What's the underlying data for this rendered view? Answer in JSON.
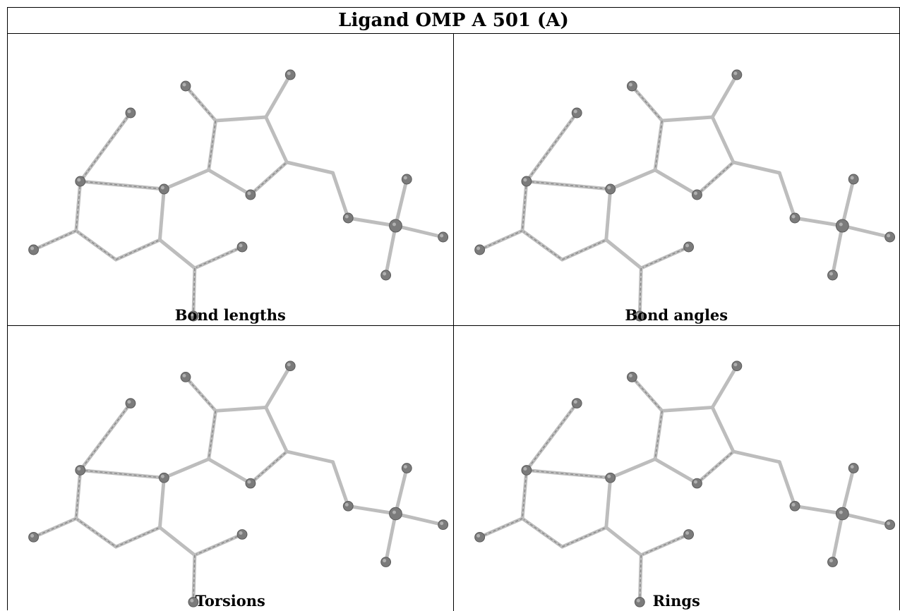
{
  "title": "Ligand OMP A 501 (A)",
  "panels": [
    {
      "caption": "Bond lengths"
    },
    {
      "caption": "Bond angles"
    },
    {
      "caption": "Torsions"
    },
    {
      "caption": "Rings"
    }
  ]
}
